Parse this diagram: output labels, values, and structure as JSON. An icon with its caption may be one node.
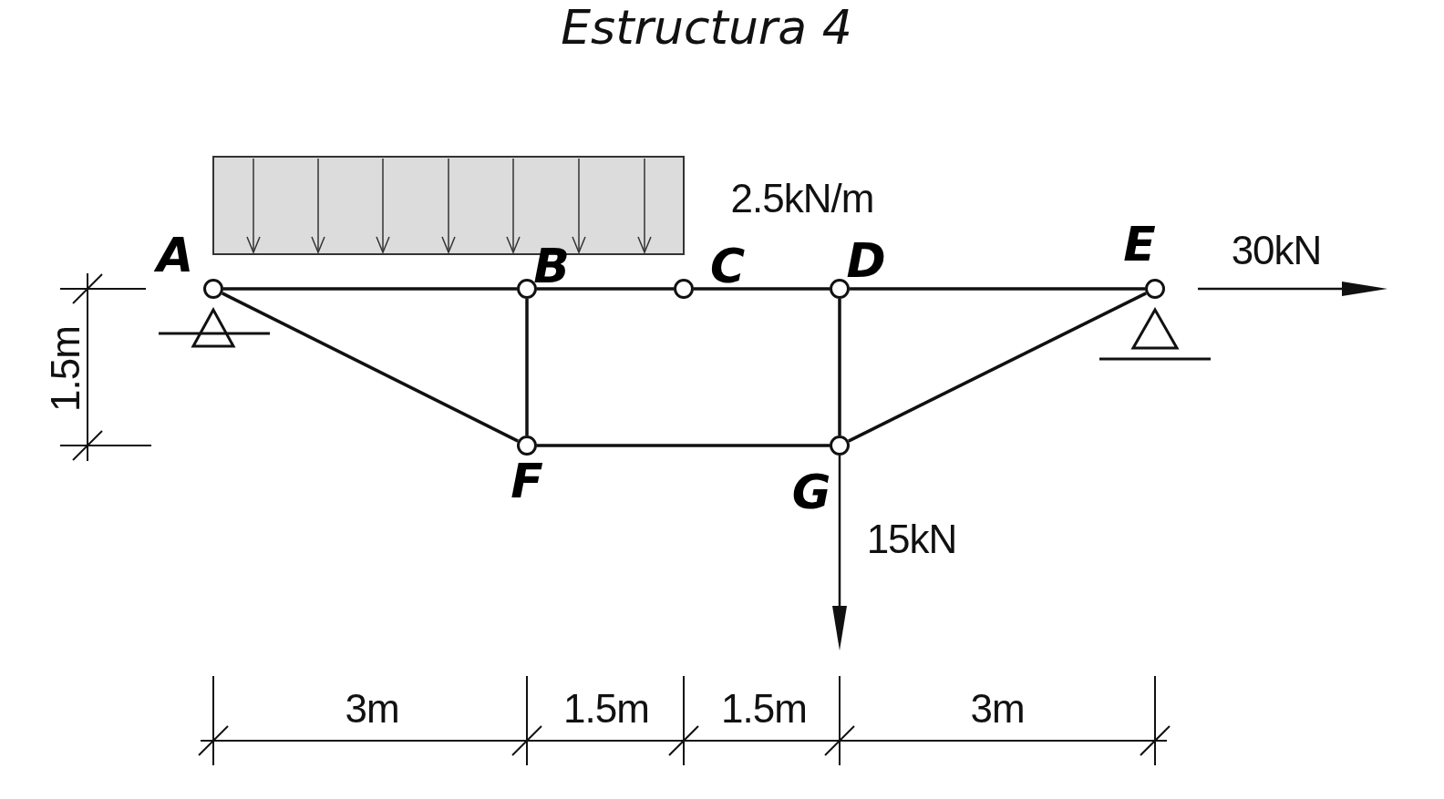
{
  "diagram": {
    "title": "Estructura 4",
    "nodes": [
      {
        "text": [],
        "shape": "circle",
        "beside": [
          "A"
        ]
      },
      {
        "text": [],
        "shape": "circle",
        "beside": [
          "B"
        ]
      },
      {
        "text": [],
        "shape": "circle",
        "beside": [
          "C"
        ]
      },
      {
        "text": [],
        "shape": "circle",
        "beside": [
          "D"
        ]
      },
      {
        "text": [],
        "shape": "circle",
        "beside": [
          "E"
        ]
      },
      {
        "text": [],
        "shape": "circle",
        "beside": [
          "F"
        ]
      },
      {
        "text": [],
        "shape": "circle",
        "beside": [
          "G"
        ]
      }
    ],
    "edges": [
      {
        "from": 0,
        "to": 1,
        "arrow": "none"
      },
      {
        "from": 1,
        "to": 2,
        "arrow": "none"
      },
      {
        "from": 2,
        "to": 3,
        "arrow": "none"
      },
      {
        "from": 3,
        "to": 4,
        "arrow": "none"
      },
      {
        "from": 0,
        "to": 5,
        "arrow": "none"
      },
      {
        "from": 1,
        "to": 5,
        "arrow": "none"
      },
      {
        "from": 5,
        "to": 6,
        "arrow": "none"
      },
      {
        "from": 3,
        "to": 6,
        "arrow": "none"
      },
      {
        "from": 6,
        "to": 4,
        "arrow": "none"
      }
    ],
    "labels": [
      "2.5kN/m",
      "30kN",
      "1.5m",
      "15kN",
      "3m",
      "1.5m",
      "1.5m",
      "3m"
    ]
  }
}
